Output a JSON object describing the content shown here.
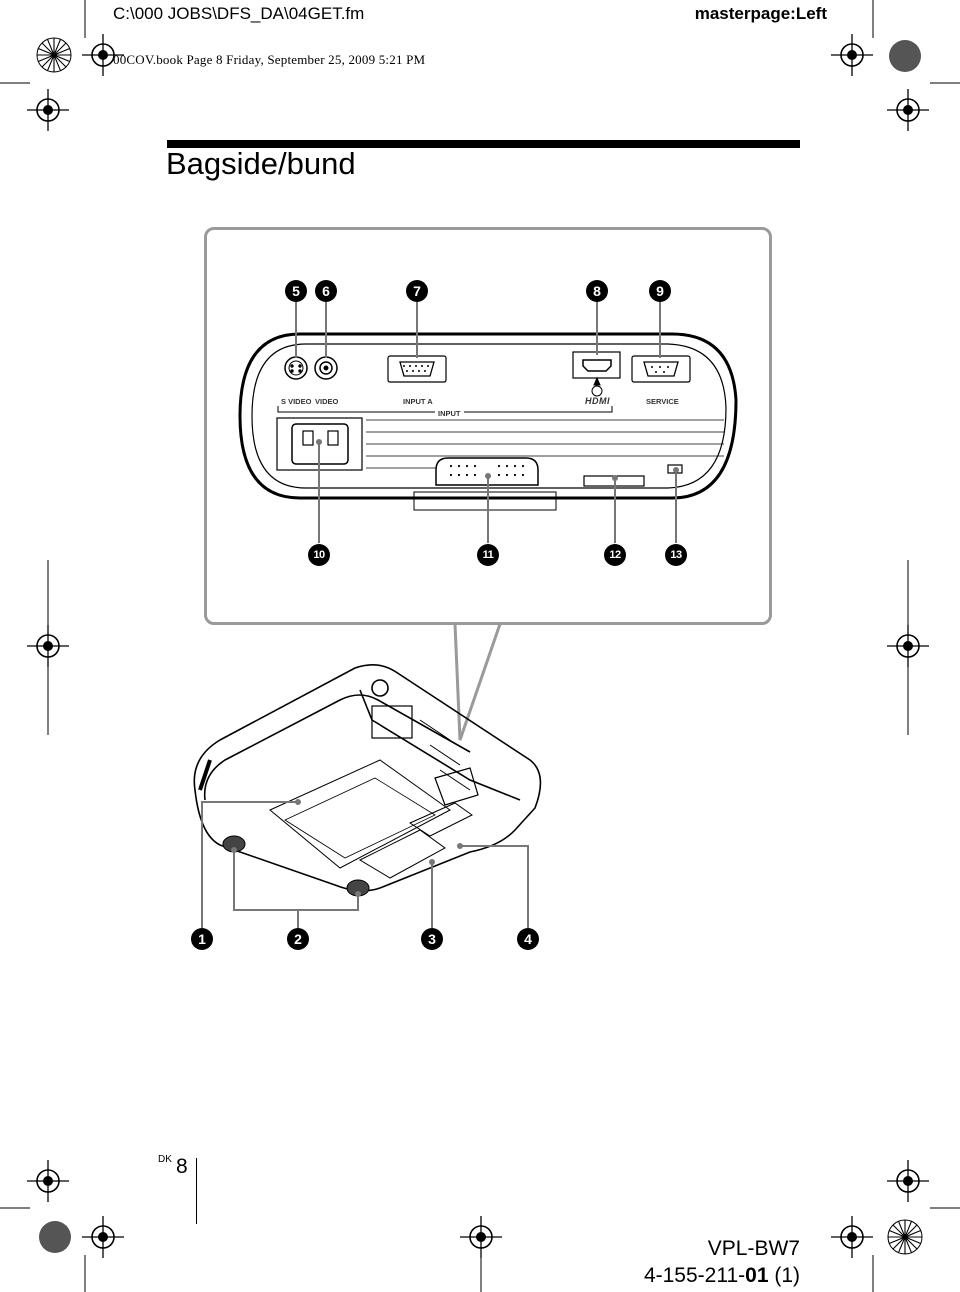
{
  "header": {
    "filepath": "C:\\000 JOBS\\DFS_DA\\04GET.fm",
    "masterpage": "masterpage:Left",
    "bookline": "00COV.book  Page 8  Friday, September 25, 2009  5:21 PM"
  },
  "section_title": "Bagside/bund",
  "figure": {
    "callouts_top": [
      "5",
      "6",
      "7",
      "8",
      "9"
    ],
    "callouts_mid": [
      "10",
      "11",
      "12",
      "13"
    ],
    "callouts_bottom": [
      "1",
      "2",
      "3",
      "4"
    ],
    "port_labels": {
      "s_video": "S VIDEO",
      "video": "VIDEO",
      "input_a": "INPUT A",
      "hdmi": "HDMI",
      "service": "SERVICE",
      "input": "INPUT"
    }
  },
  "footer": {
    "dk": "DK",
    "page": "8",
    "model": "VPL-BW7",
    "part_prefix": "4-155-211-",
    "part_bold": "01",
    "part_suffix": " (1)"
  }
}
